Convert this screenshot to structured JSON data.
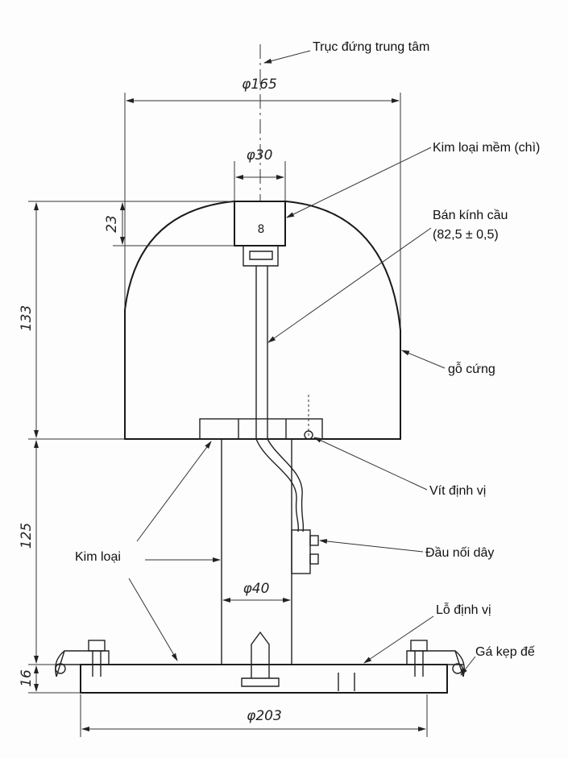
{
  "labels": {
    "central_axis": "Trục đứng trung tâm",
    "soft_metal": "Kim loại mềm (chì)",
    "sphere_radius": "Bán kính cầu",
    "sphere_radius_value": "(82,5 ± 0,5)",
    "hardwood": "gỗ cứng",
    "locating_screw": "Vít định vị",
    "wire_connector": "Đầu nối dây",
    "metal": "Kim loại",
    "locating_hole": "Lỗ định vị",
    "base_clamp": "Gá kẹp đế"
  },
  "dimensions": {
    "d165": "φ165",
    "d30": "φ30",
    "h23": "23",
    "h133": "133",
    "h125": "125",
    "h16": "16",
    "d40": "φ40",
    "d203": "φ203",
    "block_mark": "8"
  }
}
